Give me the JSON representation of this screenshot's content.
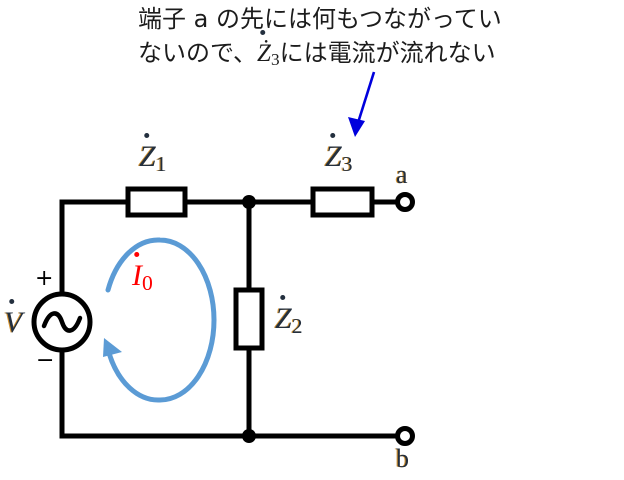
{
  "figure": {
    "title": "AC circuit with open terminal a-b",
    "background": "#ffffff"
  },
  "annotation": {
    "name": "open-terminal-note",
    "line1": "端子 a の先には何もつながってい",
    "line2_pre": "ないので、",
    "line2_symbol": "Ż",
    "line2_symbol_sub": "3",
    "line2_post": "には電流が流れない",
    "full_text": "端子 a の先には何もつながっていないので、Ż3には電流が流れない",
    "text_color": "#1c1c1c",
    "arrow_color": "#0000dd",
    "arrow_name": "pointer-arrow-to-z3"
  },
  "components": {
    "source": {
      "label": "V",
      "dot_accent": true,
      "symbol": "ac-sine-source",
      "plus": "+",
      "minus": "−",
      "color": "#232f3e"
    },
    "z1": {
      "label": "Z",
      "subscript": "1",
      "dot_accent": true,
      "orientation": "horizontal",
      "color": "#232f3e"
    },
    "z2": {
      "label": "Z",
      "subscript": "2",
      "dot_accent": true,
      "orientation": "vertical",
      "color": "#232f3e"
    },
    "z3": {
      "label": "Z",
      "subscript": "3",
      "dot_accent": true,
      "orientation": "horizontal",
      "color": "#232f3e"
    },
    "loop_current": {
      "label": "I",
      "subscript": "0",
      "dot_accent": true,
      "color": "#ff0000",
      "loop_color": "#5b9bd5",
      "direction": "counterclockwise"
    }
  },
  "terminals": {
    "a": {
      "label": "a",
      "type": "open-circle",
      "position": "top-right"
    },
    "b": {
      "label": "b",
      "type": "open-circle",
      "position": "bottom-right"
    }
  },
  "colors": {
    "wire": "#000000",
    "loop_blue": "#5b9bd5",
    "arrow_blue": "#0000dd",
    "current_red": "#ff0000",
    "label_dark": "#232f3e",
    "label_gold": "#d4922f"
  }
}
